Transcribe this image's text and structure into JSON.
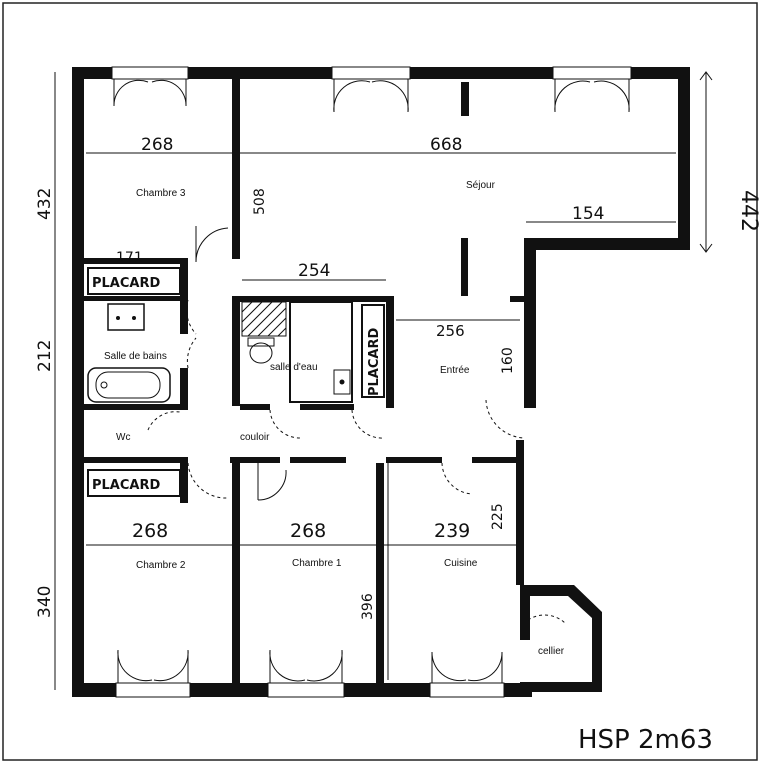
{
  "plan": {
    "signature": "HSP 2m63",
    "rooms": {
      "chambre3": "Chambre 3",
      "sejour": "Séjour",
      "salle_de_bains": "Salle de bains",
      "salle_deau": "salle d'eau",
      "entree": "Entrée",
      "wc": "Wc",
      "couloir": "couloir",
      "chambre2": "Chambre 2",
      "chambre1": "Chambre 1",
      "cuisine": "Cuisine",
      "cellier": "cellier"
    },
    "placards": {
      "top": "PLACARD",
      "bottom": "PLACARD",
      "vertical": "PLACARD"
    },
    "dimensions": {
      "left_top": "432",
      "left_middle": "212",
      "left_bottom": "340",
      "right_top": "442",
      "chambre3_width": "268",
      "sejour_width": "668",
      "sejour_step": "154",
      "vertical_508": "508",
      "placard_171": "171",
      "width_254": "254",
      "width_256": "256",
      "height_160": "160",
      "chambre2_width": "268",
      "chambre1_width": "268",
      "cuisine_width": "239",
      "height_225": "225",
      "height_396": "396"
    }
  }
}
